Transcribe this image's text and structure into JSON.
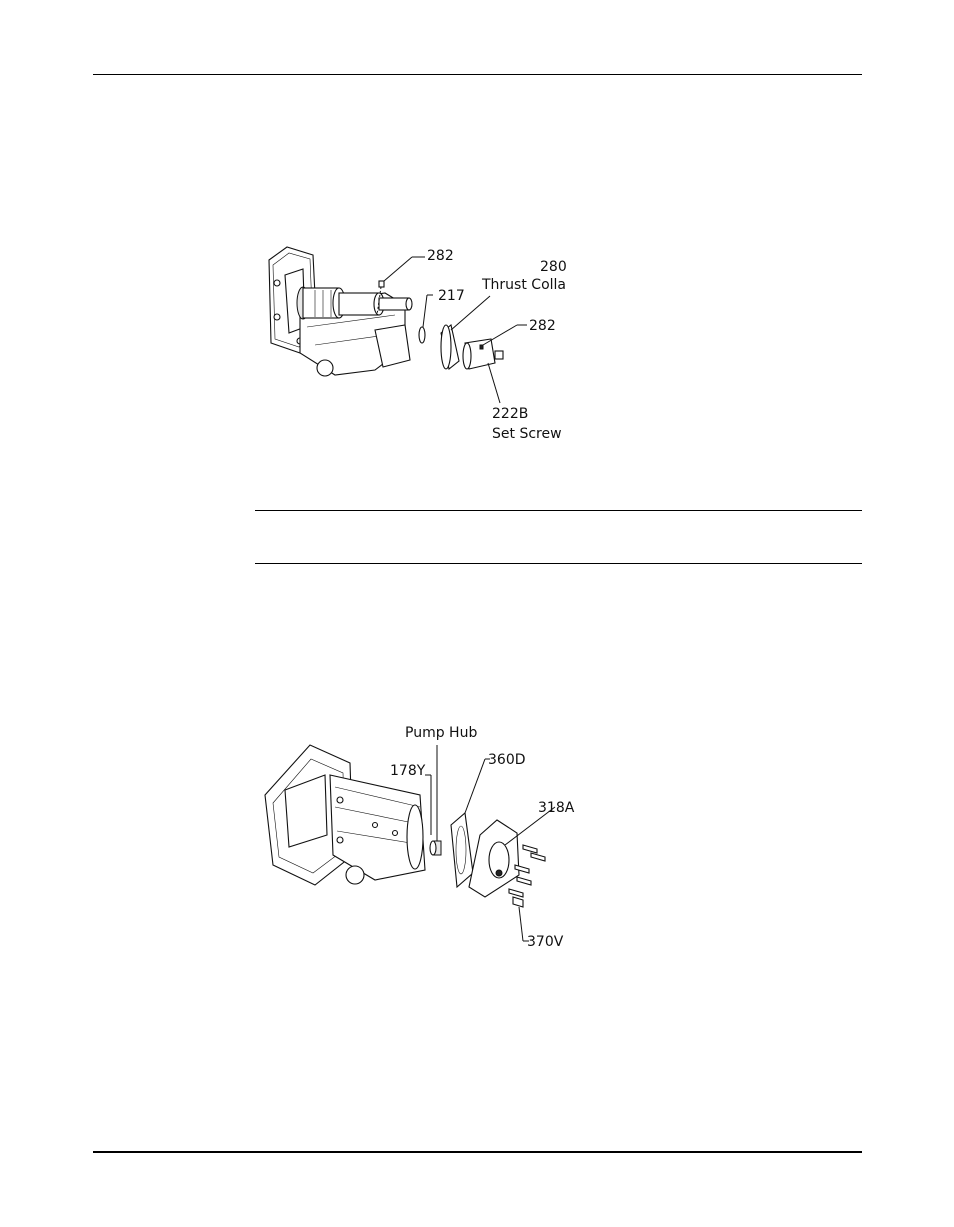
{
  "figure1": {
    "callouts": {
      "c282_top": "282",
      "c280_num": "280",
      "c280_name": "Thrust Colla",
      "c217": "217",
      "c282_right": "282",
      "c222b_num": "222B",
      "c222b_name": "Set Screw"
    }
  },
  "figure2": {
    "callouts": {
      "pump_hub": "Pump Hub",
      "c178y": "178Y",
      "c360d": "360D",
      "c318a": "318A",
      "c370v": "370V"
    }
  }
}
